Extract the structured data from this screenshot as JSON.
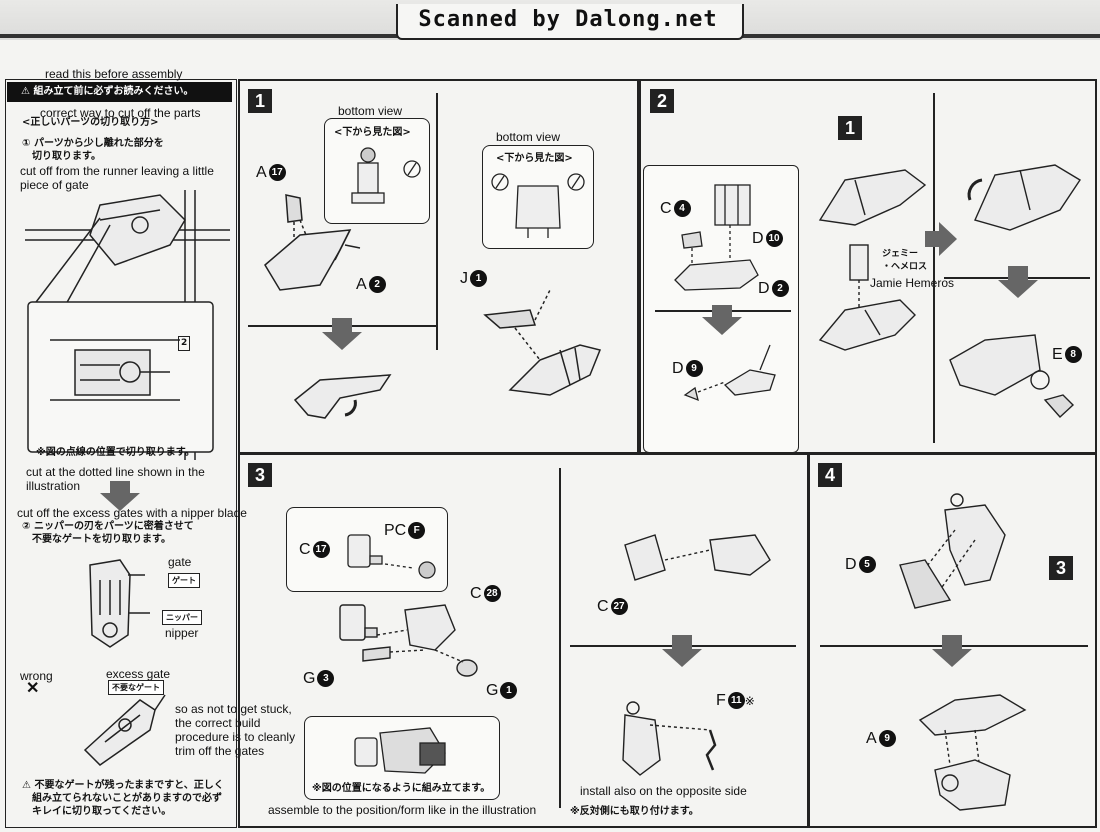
{
  "header": {
    "title": "Scanned by Dalong.net"
  },
  "left_panel": {
    "read_before": "read this before assembly",
    "warning_jp": "組み立て前に必ずお読みください。",
    "correct_way_en": "correct way to cut off the parts",
    "correct_way_jp": "<正しいパーツの切り取り方>",
    "step1_jp": "① パーツから少し離れた部分を\n　切り取ります。",
    "step1_en": "cut off from the runner leaving a little piece of gate",
    "detail_note_jp": "※図の点線の位置で切り取ります。",
    "detail_num": "2",
    "dotted_line_en": "cut at the dotted line shown in the illustration",
    "nipper_blade_en": "cut off the excess gates with a nipper blade",
    "step2_jp": "② ニッパーの刃をパーツに密着させて\n　不要なゲートを切り取ります。",
    "gate_en": "gate",
    "gate_tag_jp": "ゲート",
    "nipper_tag_jp": "ニッパー",
    "nipper_en": "nipper",
    "wrong_en": "wrong",
    "wrong_mark": "✕",
    "excess_gate_en": "excess gate",
    "excess_tag_jp": "不要なゲート",
    "stuck_en": "so as not to get stuck, the correct build procedure is to cleanly trim off the gates",
    "bottom_warning_jp": "⚠ 不要なゲートが残ったままですと、正しく\n　組み立てられないことがありますので必ず\n　キレイに切り取ってください。"
  },
  "step1": {
    "number": "1",
    "bottom_view_en_1": "bottom view",
    "bottom_view_jp_1": "<下から見た図>",
    "bottom_view_en_2": "bottom view",
    "bottom_view_jp_2": "<下から見た図>",
    "part_a17_letter": "A",
    "part_a17_num": "17",
    "part_a2_letter": "A",
    "part_a2_num": "2",
    "part_j1_letter": "J",
    "part_j1_num": "1"
  },
  "step2": {
    "number": "2",
    "sub_ref": "1",
    "part_c4_letter": "C",
    "part_c4_num": "4",
    "part_d10_letter": "D",
    "part_d10_num": "10",
    "part_d2_letter": "D",
    "part_d2_num": "2",
    "part_d9_letter": "D",
    "part_d9_num": "9",
    "part_e8_letter": "E",
    "part_e8_num": "8",
    "jamie_jp": "ジェミー\n・ヘメロス",
    "jamie_en": "Jamie Hemeros"
  },
  "step3": {
    "number": "3",
    "part_c17_letter": "C",
    "part_c17_num": "17",
    "part_pcf_letter": "PC",
    "part_pcf_num": "F",
    "part_c28_letter": "C",
    "part_c28_num": "28",
    "part_g3_letter": "G",
    "part_g3_num": "3",
    "part_g1_letter": "G",
    "part_g1_num": "1",
    "part_c27_letter": "C",
    "part_c27_num": "27",
    "part_f11_letter": "F",
    "part_f11_num": "11",
    "part_f11_mark": "※",
    "callout_jp": "※図の位置になるように組み立てます。",
    "assemble_en": "assemble to the position/form like in the illustration",
    "opposite_en": "install also on the opposite side",
    "opposite_jp": "※反対側にも取り付けます。"
  },
  "step4": {
    "number": "4",
    "part_d5_letter": "D",
    "part_d5_num": "5",
    "ref_3": "3",
    "part_a9_letter": "A",
    "part_a9_num": "9"
  }
}
